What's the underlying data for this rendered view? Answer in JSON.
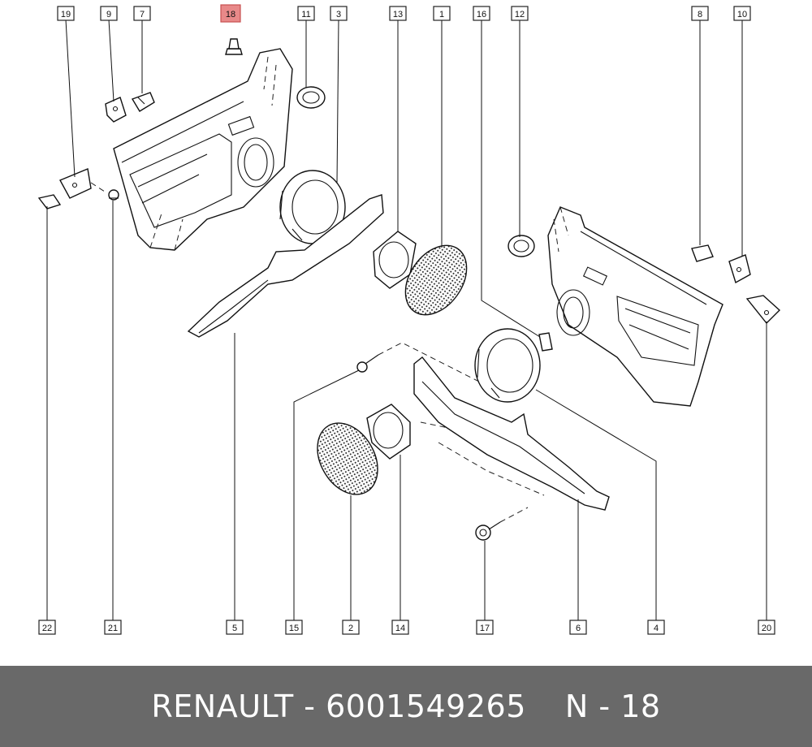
{
  "footer": {
    "brand": "RENAULT",
    "separator1": "-",
    "part_number": "6001549265",
    "ref_prefix": "N",
    "separator2": "-",
    "ref_number": "18"
  },
  "highlight_color": "#e88989",
  "callouts_top": [
    "19",
    "9",
    "7",
    "18",
    "11",
    "3",
    "13",
    "1",
    "16",
    "12",
    "8",
    "10"
  ],
  "callouts_bottom": [
    "22",
    "21",
    "5",
    "15",
    "2",
    "14",
    "17",
    "6",
    "4",
    "20"
  ],
  "highlighted_callout": "18"
}
